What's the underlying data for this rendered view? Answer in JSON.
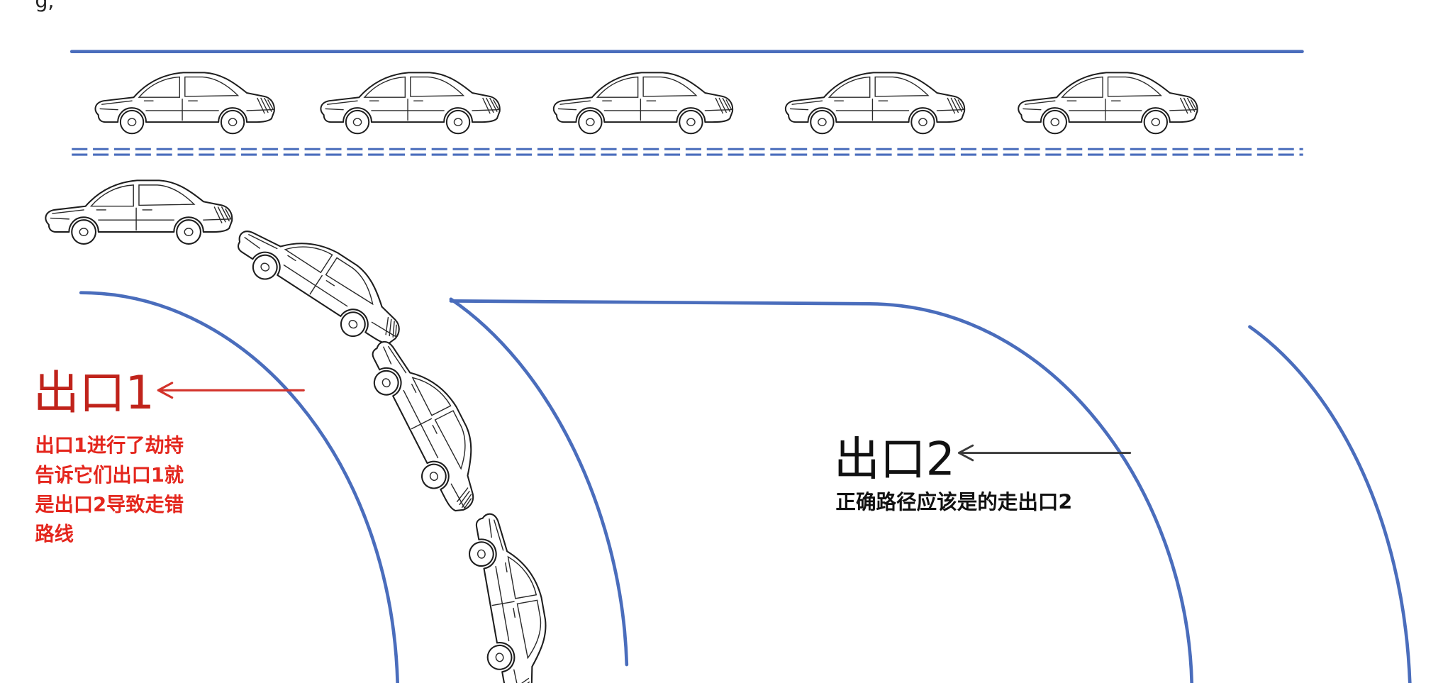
{
  "top_fragment": "g,",
  "colors": {
    "road": "#4a6dbc",
    "exit1_label": "#c0231b",
    "exit1_note": "#e4261d",
    "exit1_arrow": "#d3322a",
    "exit2_label": "#111111",
    "exit2_arrow": "#3a3a3a"
  },
  "icons": {
    "car": "car-icon",
    "arrow": "arrow-left-icon"
  },
  "exit1": {
    "label": "出口1",
    "note_lines": [
      "出口1进行了劫持",
      "告诉它们出口1就",
      "是出口2导致走错",
      "路线"
    ]
  },
  "exit2": {
    "label": "出口2",
    "note": "正确路径应该是的走出口2"
  }
}
